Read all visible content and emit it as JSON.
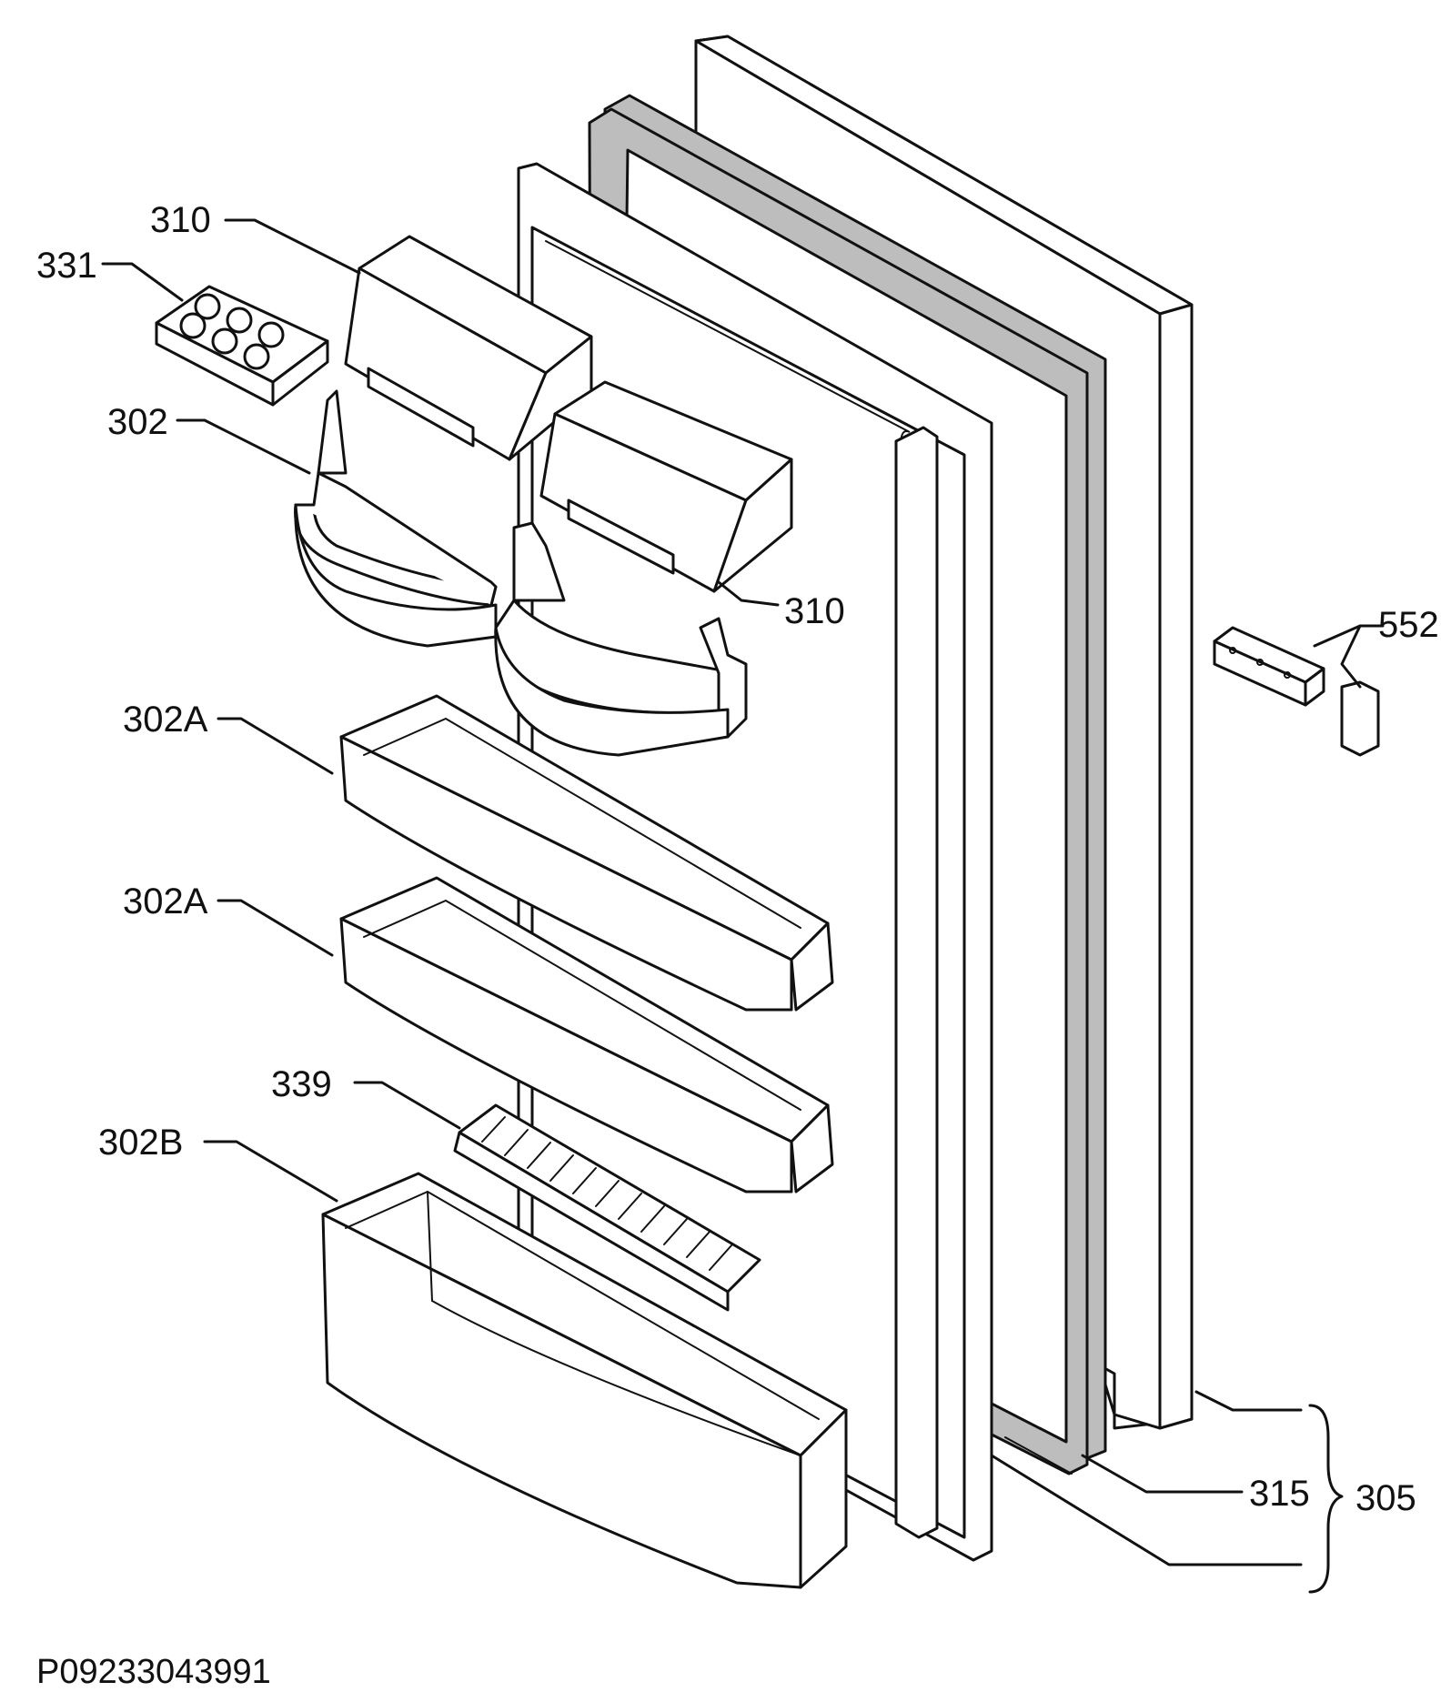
{
  "drawing_code": "P09233043991",
  "callouts": {
    "c310a": "310",
    "c331": "331",
    "c302": "302",
    "c310b": "310",
    "c552": "552",
    "c302A1": "302A",
    "c302A2": "302A",
    "c339": "339",
    "c302B": "302B",
    "c315": "315",
    "c305": "305"
  },
  "colors": {
    "line": "#111111",
    "gasket": "#bdbdbd",
    "background": "#ffffff"
  }
}
